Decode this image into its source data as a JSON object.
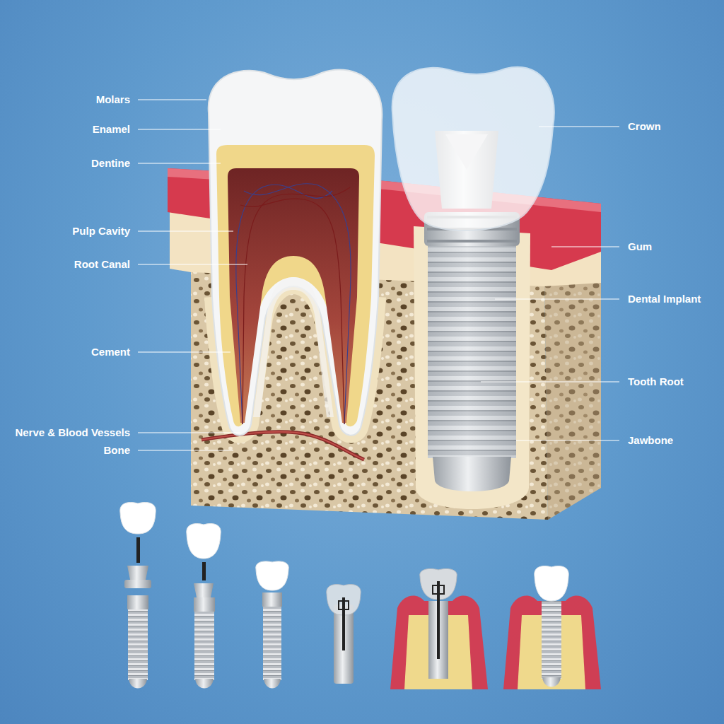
{
  "diagram": {
    "labels": [
      "Molars",
      "Enamel",
      "Dentine",
      "Pulp Cavity",
      "Root Canal",
      "Cement",
      "Nerve & Blood Vessels",
      "Bone",
      "Crown",
      "Gum",
      "Dental Implant",
      "Tooth Root",
      "Jawbone"
    ]
  }
}
